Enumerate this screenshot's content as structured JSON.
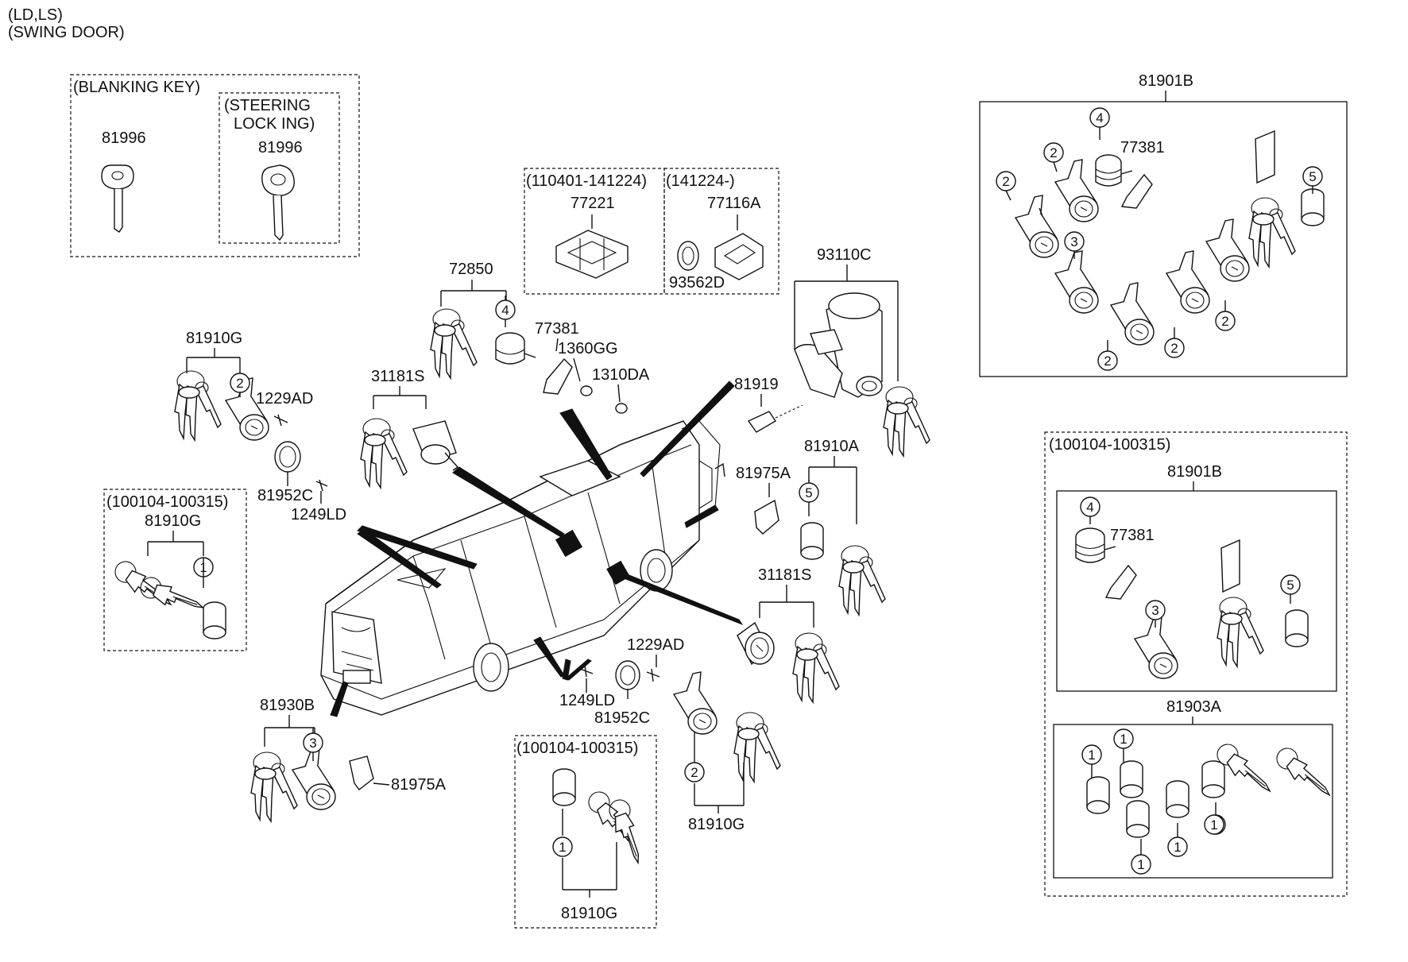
{
  "header": {
    "line1": "(LD,LS)",
    "line2": "(SWING DOOR)"
  },
  "boxes": {
    "blanking": "(BLANKING KEY)",
    "steering_1": "(STEERING",
    "steering_2": "LOCK  ING)",
    "r110401": "(110401-141224)",
    "r141224": "(141224-)",
    "r100104_left": "(100104-100315)",
    "r100104_bottom": "(100104-100315)",
    "r100104_right": "(100104-100315)"
  },
  "labels": {
    "p81996_a": "81996",
    "p81996_b": "81996",
    "p77221": "77221",
    "p77116A": "77116A",
    "p93562D": "93562D",
    "p72850": "72850",
    "p77381_c": "77381",
    "p1360GG": "1360GG",
    "p1310DA": "1310DA",
    "p93110C": "93110C",
    "p81919": "81919",
    "p81910G_a": "81910G",
    "p1229AD_a": "1229AD",
    "p81952C_a": "81952C",
    "p1249LD_a": "1249LD",
    "p31181S_a": "31181S",
    "p81910G_b": "81910G",
    "p81975A_a": "81975A",
    "p81910A": "81910A",
    "p31181S_b": "31181S",
    "p1229AD_b": "1229AD",
    "p1249LD_b": "1249LD",
    "p81952C_b": "81952C",
    "p81910G_c": "81910G",
    "p81910G_d": "81910G",
    "p81930B": "81930B",
    "p81975A_b": "81975A",
    "p81901B_a": "81901B",
    "p77381_a": "77381",
    "p81901B_b": "81901B",
    "p77381_b": "77381",
    "p81903A": "81903A"
  },
  "callouts": {
    "n1": "1",
    "n2": "2",
    "n3": "3",
    "n4": "4",
    "n5": "5"
  }
}
